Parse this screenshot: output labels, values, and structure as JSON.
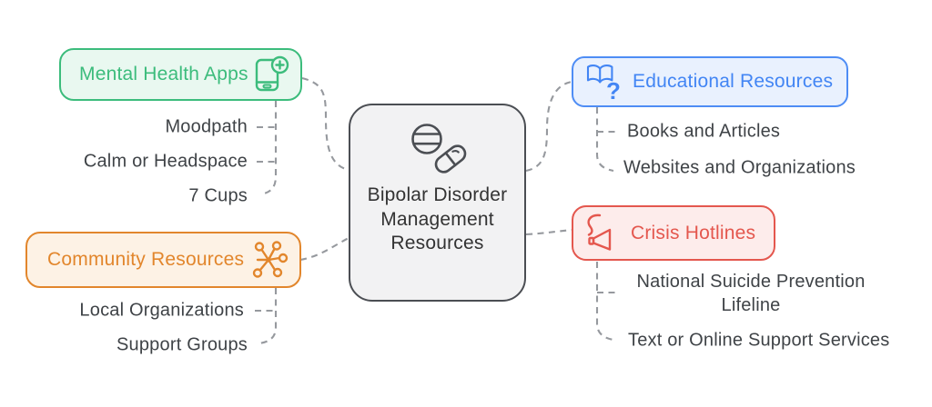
{
  "diagram": {
    "background": "#ffffff",
    "connector_color": "#96999e",
    "center": {
      "label": "Bipolar Disorder Management Resources",
      "icon": "pills-icon",
      "fill": "#f2f2f3",
      "border": "#4b4e53",
      "text_color": "#333333"
    },
    "branches": [
      {
        "label": "Mental Health Apps",
        "icon": "smartphone-add-icon",
        "accent": "#3cbc7c",
        "fill": "#e9f8f0",
        "children": [
          "Moodpath",
          "Calm or Headspace",
          "7 Cups"
        ]
      },
      {
        "label": "Community Resources",
        "icon": "network-nodes-icon",
        "accent": "#e2862c",
        "fill": "#fdf2e5",
        "children": [
          "Local Organizations",
          "Support Groups"
        ]
      },
      {
        "label": "Educational Resources",
        "icon": "book-question-icon",
        "accent": "#4285f4",
        "fill": "#e9f1fe",
        "children": [
          "Books and Articles",
          "Websites and Organizations"
        ]
      },
      {
        "label": "Crisis Hotlines",
        "icon": "megaphone-icon",
        "accent": "#e4574e",
        "fill": "#fdeceb",
        "children": [
          "National Suicide Prevention Lifeline",
          "Text or Online Support Services"
        ]
      }
    ]
  }
}
